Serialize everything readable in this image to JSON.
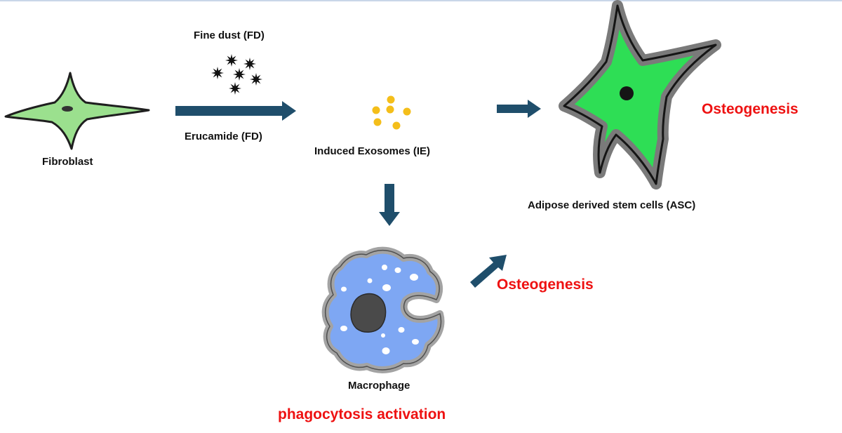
{
  "labels": {
    "fine_dust": "Fine dust (FD)",
    "erucamide": "Erucamide (FD)",
    "fibroblast": "Fibroblast",
    "induced_exosomes": "Induced Exosomes (IE)",
    "asc": "Adipose derived stem cells (ASC)",
    "osteogenesis_asc": "Osteogenesis",
    "osteogenesis_macrophage": "Osteogenesis",
    "macrophage": "Macrophage",
    "phagocytosis": "phagocytosis activation"
  },
  "colors": {
    "arrow": "#1f4e6b",
    "fibroblast_fill": "#9be08e",
    "asc_fill": "#2ede55",
    "asc_border": "#7a7a7a",
    "macrophage_fill": "#7ea7f3",
    "macrophage_border": "#a3a3a3",
    "nucleus": "#4a4a4a",
    "exosome": "#f4be1a",
    "red_text": "#ee1111"
  }
}
